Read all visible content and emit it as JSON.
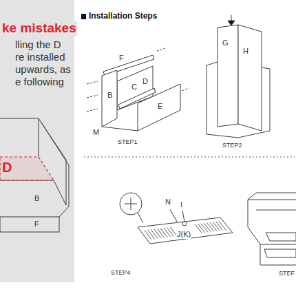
{
  "diagram": {
    "title": "Installation Steps",
    "labels": [
      "ke mistakes",
      "lling the D re installed upwards, as e following",
      "D",
      "B",
      "F",
      "F",
      "C",
      "B",
      "D",
      "E",
      "M",
      "STEP1",
      "G",
      "H",
      "STEP2",
      "N",
      "I",
      "J(K)",
      "STEP4",
      "STEF"
    ]
  }
}
